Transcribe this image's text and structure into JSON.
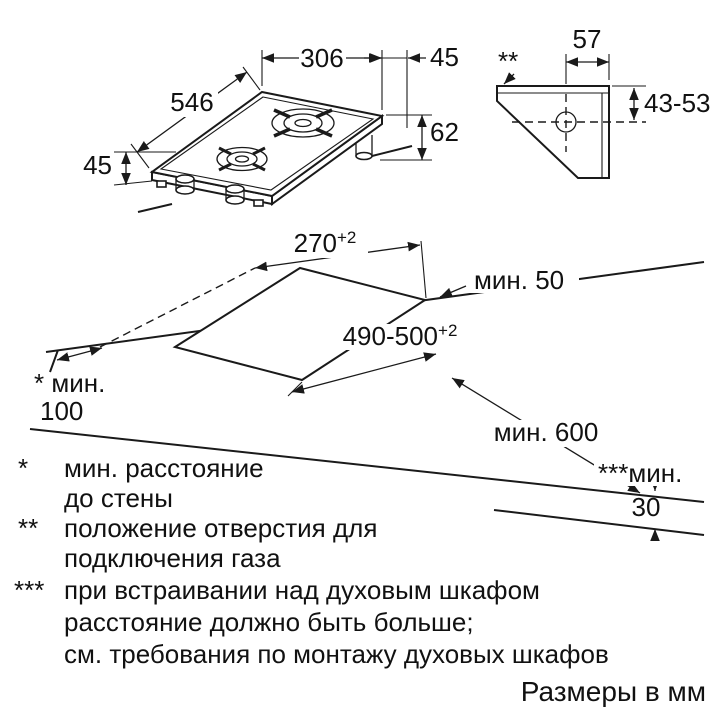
{
  "iso_view": {
    "dim_top_width": "306",
    "dim_top_offset": "45",
    "dim_depth": "546",
    "dim_height_right": "62",
    "dim_height_left": "45"
  },
  "side_view": {
    "marker": "**",
    "dim_horizontal": "57",
    "dim_vertical": "43-53"
  },
  "worktop_view": {
    "cutout_width": "270",
    "cutout_width_tol": "+2",
    "wall_clearance": "мин. 50",
    "cutout_depth": "490-500",
    "cutout_depth_tol": "+2",
    "side_clearance_line1": "* мин.",
    "side_clearance_line2": "100",
    "worktop_depth": "мин. 600",
    "oven_gap_line1": "***мин.",
    "oven_gap_line2": "30"
  },
  "footnotes": [
    {
      "marker": "*",
      "lines": [
        "мин. расстояние",
        "до стены"
      ]
    },
    {
      "marker": "**",
      "lines": [
        "положение отверстия для",
        "подключения газа"
      ]
    },
    {
      "marker": "***",
      "lines": [
        "при встраивании над духовым шкафом",
        "расстояние должно быть больше;",
        "см. требования по монтажу духовых шкафов"
      ]
    }
  ],
  "units_note": "Размеры в мм"
}
